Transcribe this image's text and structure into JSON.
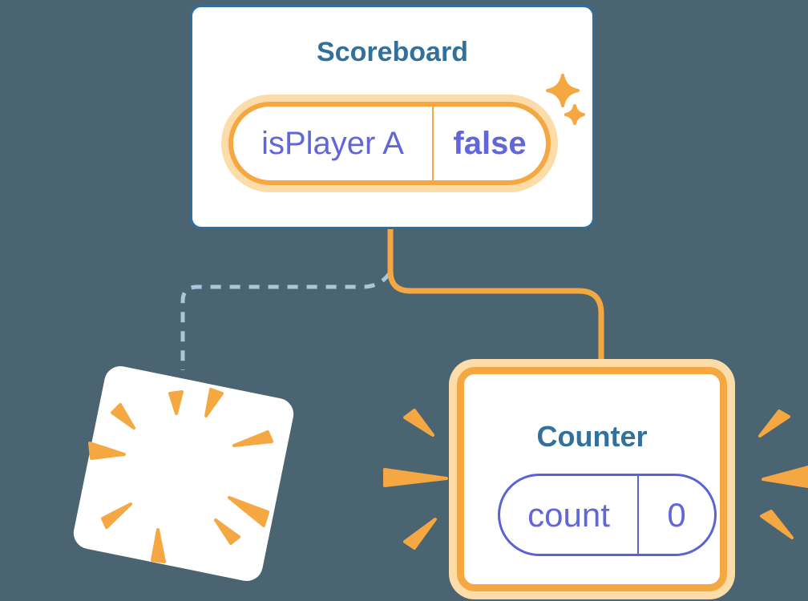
{
  "diagram": {
    "scoreboard": {
      "title": "Scoreboard",
      "state_label": "isPlayer A",
      "state_value": "false"
    },
    "counter": {
      "title": "Counter",
      "state_label": "count",
      "state_value": "0"
    }
  },
  "icons": {
    "sparkles": "sparkle-icon",
    "burst": "burst-icon",
    "emphasis": "emphasis-lines-icon",
    "connector": "connector-line",
    "dashed_connector": "dashed-connector-line"
  },
  "colors": {
    "bg": "#4A6471",
    "card-bg": "#FFFFFF",
    "card-border-blue": "#2E6F9E",
    "title-blue": "#31719B",
    "orange": "#F5A742",
    "orange-light": "#FCDCA9",
    "purple": "#6166DB",
    "purple-border": "#5B62D3",
    "dash-blue": "#A9C6DC"
  }
}
